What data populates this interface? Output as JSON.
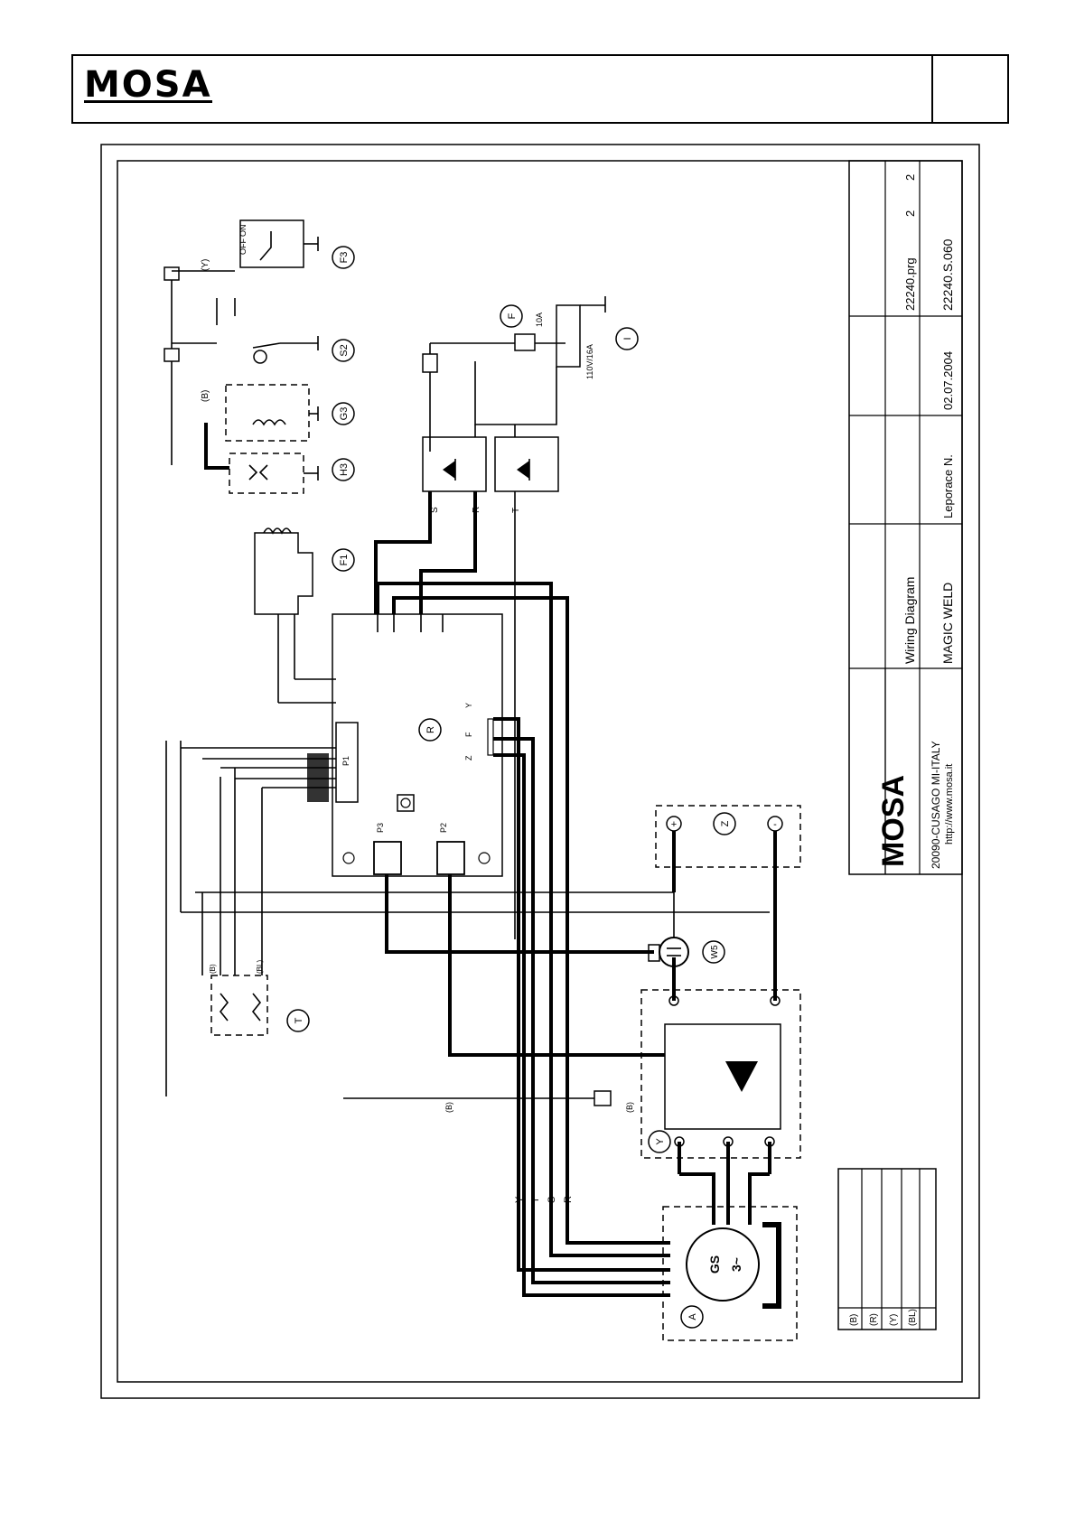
{
  "header": {
    "logo": "MOSA"
  },
  "components": {
    "F3": "F3",
    "S2": "S2",
    "G3": "G3",
    "H3": "H3",
    "F1": "F1",
    "F": "F",
    "I": "I",
    "R": "R",
    "Z": "Z",
    "W5": "W5",
    "T": "T",
    "Y": "Y",
    "A": "A"
  },
  "generator": {
    "line1": "GS",
    "line2": "3~"
  },
  "labels": {
    "off": "OFF",
    "on": "ON",
    "fuse": "10A",
    "socket": "110V/16A",
    "p1": "P1",
    "p2": "P2",
    "p3": "P3",
    "plus": "+",
    "minus": "-",
    "wire_s": "S",
    "wire_r": "R",
    "wire_t": "T",
    "wire_y": "Y",
    "reg_y": "Y",
    "reg_f": "F",
    "reg_z": "Z",
    "col_b": "(B)",
    "col_bl": "(BL)",
    "col_r": "(R)",
    "col_y": "(Y)"
  },
  "legend": {
    "b": "(B)",
    "r": "(R)",
    "y": "(Y)",
    "bl": "(BL)"
  },
  "title_block": {
    "company": "20090-CUSAGO MI-ITALY",
    "web": "http://www.mosa.it",
    "logo": "MOSA",
    "description": "Wiring Diagram",
    "machine": "MAGIC WELD",
    "drawn": "Leporace N.",
    "date": "02.07.2004",
    "project": "22240.prg",
    "drawing_no": "22240.S.060",
    "page": "2",
    "pages": "2"
  }
}
